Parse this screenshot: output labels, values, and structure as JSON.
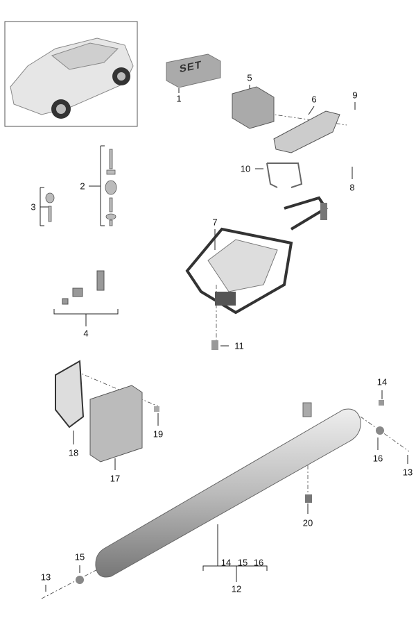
{
  "set_box_text": "SET",
  "callouts": [
    {
      "id": "1",
      "text": "1"
    },
    {
      "id": "2",
      "text": "2"
    },
    {
      "id": "3",
      "text": "3"
    },
    {
      "id": "4",
      "text": "4"
    },
    {
      "id": "5",
      "text": "5"
    },
    {
      "id": "6",
      "text": "6"
    },
    {
      "id": "7",
      "text": "7"
    },
    {
      "id": "8",
      "text": "8"
    },
    {
      "id": "9",
      "text": "9"
    },
    {
      "id": "10",
      "text": "10"
    },
    {
      "id": "11",
      "text": "11"
    },
    {
      "id": "12",
      "text": "12"
    },
    {
      "id": "13a",
      "text": "13"
    },
    {
      "id": "13b",
      "text": "13"
    },
    {
      "id": "14a",
      "text": "14"
    },
    {
      "id": "14b",
      "text": "14"
    },
    {
      "id": "15a",
      "text": "15"
    },
    {
      "id": "15b",
      "text": "15"
    },
    {
      "id": "16a",
      "text": "16"
    },
    {
      "id": "16b",
      "text": "16"
    },
    {
      "id": "17",
      "text": "17"
    },
    {
      "id": "18",
      "text": "18"
    },
    {
      "id": "19",
      "text": "19"
    },
    {
      "id": "20",
      "text": "20"
    }
  ]
}
